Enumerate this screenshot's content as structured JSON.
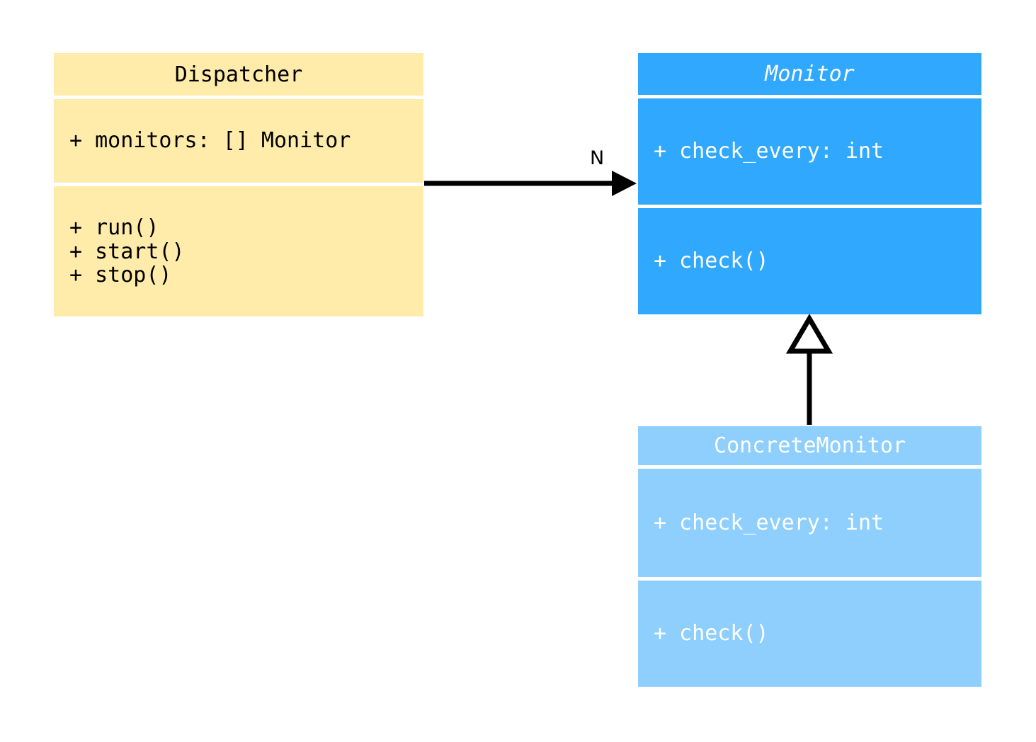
{
  "diagram": {
    "type": "uml-class-diagram",
    "background": "#ffffff",
    "classes": [
      {
        "id": "dispatcher",
        "name": "Dispatcher",
        "abstract": false,
        "fill": "#ffecab",
        "text_color": "#000000",
        "attributes": [
          "+ monitors: [] Monitor"
        ],
        "methods": [
          "+ run()",
          "+ start()",
          "+ stop()"
        ]
      },
      {
        "id": "monitor",
        "name": "Monitor",
        "abstract": true,
        "fill": "#2fa8fd",
        "text_color": "#ffffff",
        "attributes": [
          "+ check_every: int"
        ],
        "methods": [
          "+ check()"
        ]
      },
      {
        "id": "concrete_monitor",
        "name": "ConcreteMonitor",
        "abstract": false,
        "fill": "#8ecffd",
        "text_color": "#ffffff",
        "attributes": [
          "+ check_every: int"
        ],
        "methods": [
          "+ check()"
        ]
      }
    ],
    "relationships": [
      {
        "id": "dispatcher-to-monitor",
        "kind": "association",
        "arrowhead": "filled-triangle",
        "from": "Dispatcher",
        "to": "Monitor",
        "multiplicity_label": "N",
        "line_color": "#000000"
      },
      {
        "id": "concrete-to-monitor",
        "kind": "generalization",
        "arrowhead": "hollow-triangle",
        "from": "ConcreteMonitor",
        "to": "Monitor",
        "multiplicity_label": "",
        "line_color": "#000000"
      }
    ]
  }
}
